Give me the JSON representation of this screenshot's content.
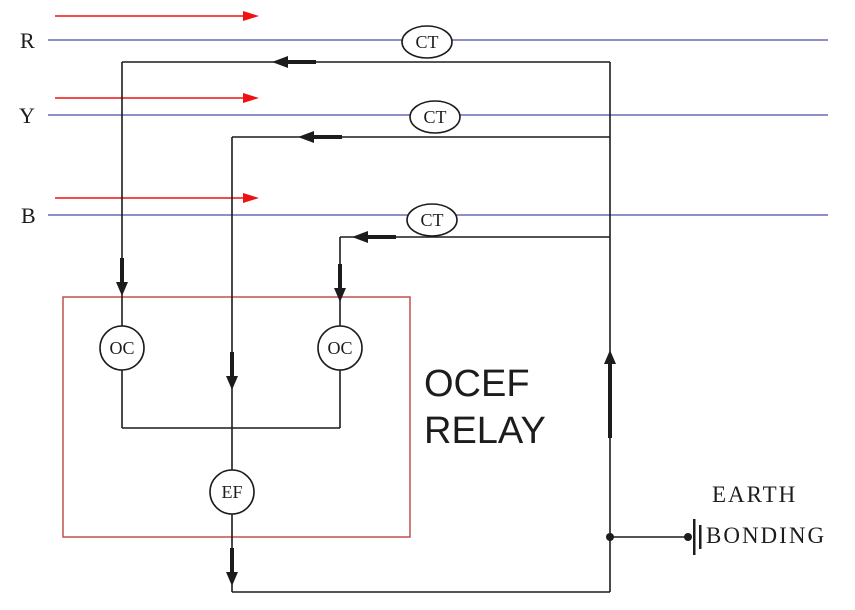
{
  "phases": [
    {
      "label": "R"
    },
    {
      "label": "Y"
    },
    {
      "label": "B"
    }
  ],
  "ct_labels": [
    "CT",
    "CT",
    "CT"
  ],
  "relay": {
    "title_line1": "OCEF",
    "title_line2": "RELAY",
    "oc_labels": [
      "OC",
      "OC"
    ],
    "ef_label": "EF"
  },
  "earth": {
    "line1": "EARTH",
    "line2": "BONDING"
  },
  "colors": {
    "background": "#ffffff",
    "phase_line": "#4a4aa6",
    "current_arrow": "#ee1111",
    "wire": "#1c1c1c",
    "relay_box": "#c0504d"
  }
}
